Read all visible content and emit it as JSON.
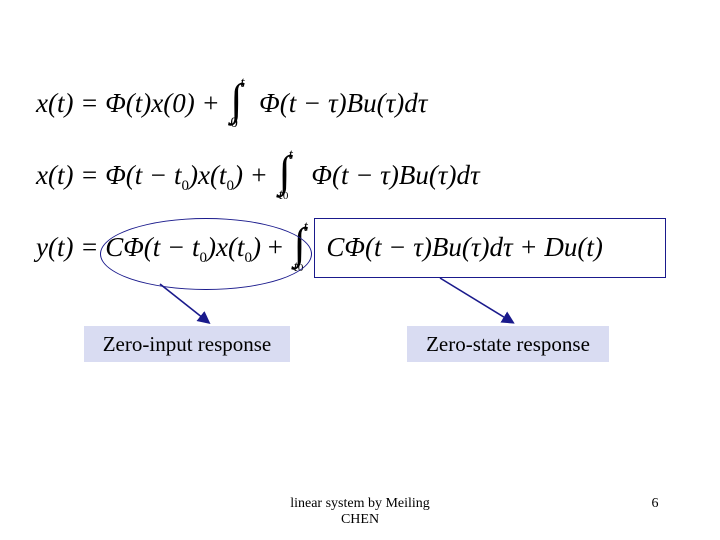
{
  "equations": {
    "eq1": {
      "lhs": "x(t) = Φ(t)x(0) +",
      "int_upper": "t",
      "int_lower": "0",
      "integrand": "Φ(t − τ)Bu(τ)dτ"
    },
    "eq2": {
      "lhs_a": "x(t) = Φ(t − t",
      "lhs_sub1": "0",
      "lhs_b": ")x(t",
      "lhs_sub2": "0",
      "lhs_c": ") +",
      "int_upper": "t",
      "int_lower_a": "t",
      "int_lower_sub": "0",
      "integrand": "Φ(t − τ)Bu(τ)dτ"
    },
    "eq3": {
      "lhs": "y(t) =",
      "zi_a": "CΦ(t − t",
      "zi_sub1": "0",
      "zi_b": ")x(t",
      "zi_sub2": "0",
      "zi_c": ")",
      "plus": "+",
      "int_upper": "t",
      "int_lower_a": "t",
      "int_lower_sub": "0",
      "integrand": "CΦ(t − τ)Bu(τ)dτ + Du(t)"
    }
  },
  "labels": {
    "zero_input": "Zero-input response",
    "zero_state": "Zero-state response"
  },
  "footer": {
    "text": "linear system by Meiling CHEN",
    "page": "6"
  },
  "colors": {
    "annotation": "#1a1a8c",
    "label_bg": "#d9dcf2"
  }
}
